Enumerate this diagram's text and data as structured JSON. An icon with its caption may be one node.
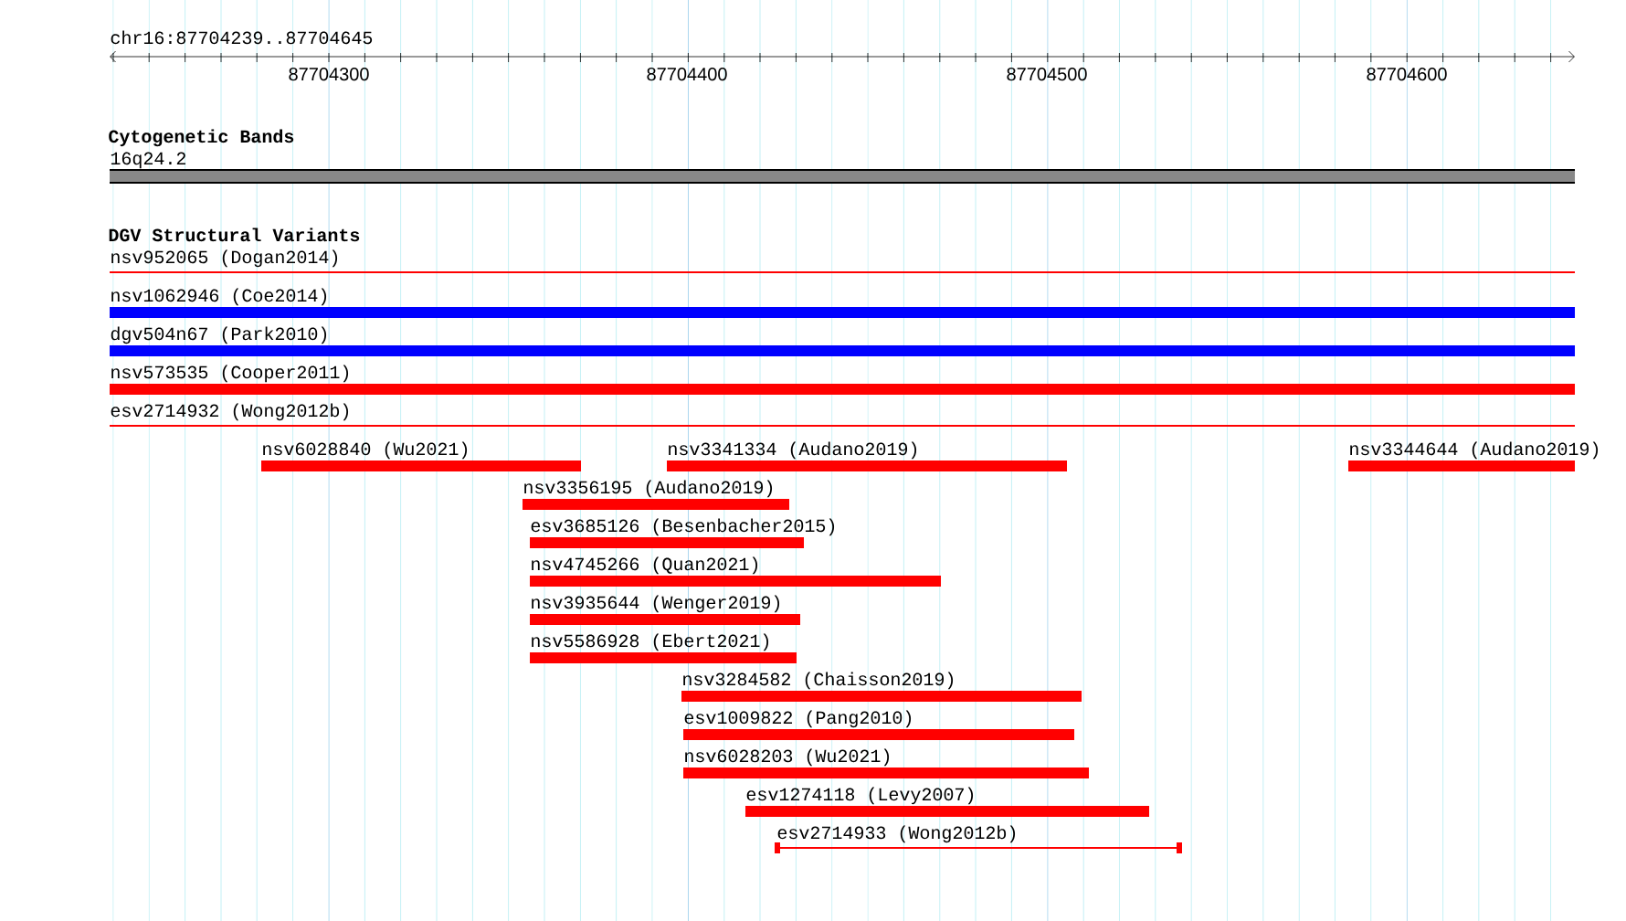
{
  "diagram": {
    "title": "chr16:87704239..87704645",
    "nodes": [
      {
        "text": [
          "16q24.2"
        ]
      },
      {
        "text": [
          "nsv952065 (Dogan2014)"
        ]
      },
      {
        "text": [
          "nsv1062946 (Coe2014)"
        ]
      },
      {
        "text": [
          "dgv504n67 (Park2010)"
        ]
      },
      {
        "text": [
          "nsv573535 (Cooper2011)"
        ]
      },
      {
        "text": [
          "esv2714932 (Wong2012b)"
        ]
      },
      {
        "text": [
          "nsv6028840 (Wu2021)"
        ]
      },
      {
        "text": [
          "nsv3341334 (Audano2019)"
        ]
      },
      {
        "text": [
          "nsv3344644 (Audano2019)"
        ]
      },
      {
        "text": [
          "nsv3356195 (Audano2019)"
        ]
      },
      {
        "text": [
          "esv3685126 (Besenbacher2015)"
        ]
      },
      {
        "text": [
          "nsv4745266 (Quan2021)"
        ]
      },
      {
        "text": [
          "nsv3935644 (Wenger2019)"
        ]
      },
      {
        "text": [
          "nsv5586928 (Ebert2021)"
        ]
      },
      {
        "text": [
          "nsv3284582 (Chaisson2019)"
        ]
      },
      {
        "text": [
          "esv1009822 (Pang2010)"
        ]
      },
      {
        "text": [
          "nsv6028203 (Wu2021)"
        ]
      },
      {
        "text": [
          "esv1274118 (Levy2007)"
        ]
      },
      {
        "text": [
          "esv2714933 (Wong2012b)"
        ]
      }
    ],
    "labels": [
      "87704300",
      "87704400",
      "87704500",
      "87704600",
      "Cytogenetic Bands",
      "DGV Structural Variants"
    ]
  }
}
